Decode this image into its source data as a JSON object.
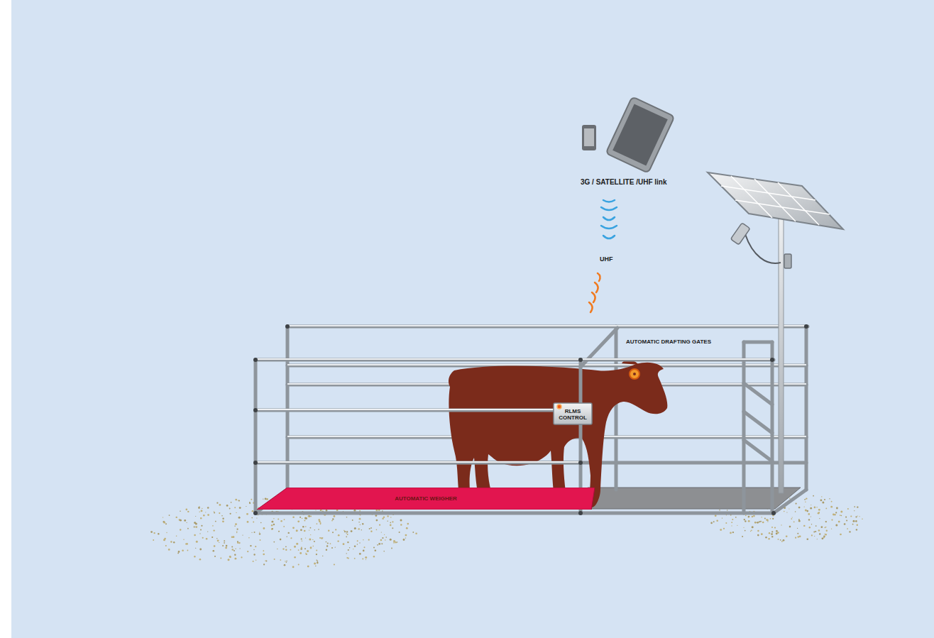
{
  "diagram": {
    "nodes": [
      {
        "text": [
          "AUTOMATIC WEIGHER"
        ]
      },
      {
        "text": [
          "RLMS CONTROL"
        ]
      }
    ],
    "labels": [
      "3G / SATELLITE /UHF link",
      "UHF",
      "AUTOMATIC DRAFTING GATES"
    ]
  }
}
